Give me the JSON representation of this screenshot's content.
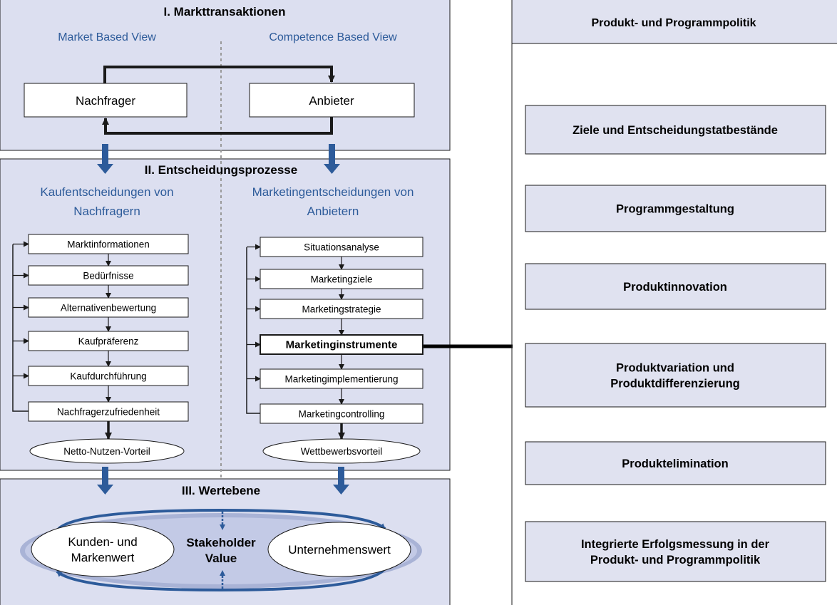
{
  "colors": {
    "panel_fill": "#dcdff0",
    "accent_blue": "#2d5b9a",
    "border": "#1a1a1a",
    "right_panel_fill": "#e0e2f0",
    "value_ring": "#a9b3d6"
  },
  "section1": {
    "title": "I. Markttransaktionen",
    "left_view": "Market Based View",
    "right_view": "Competence Based View",
    "box_left": "Nachfrager",
    "box_right": "Anbieter"
  },
  "section2": {
    "title": "II. Entscheidungsprozesse",
    "left_heading": [
      "Kaufentscheidungen von",
      "Nachfragern"
    ],
    "right_heading": [
      "Marketingentscheidungen von",
      "Anbietern"
    ],
    "left_steps": [
      "Marktinformationen",
      "Bedürfnisse",
      "Alternativenbewertung",
      "Kaufpräferenz",
      "Kaufdurchführung",
      "Nachfragerzufriedenheit"
    ],
    "right_steps": [
      "Situationsanalyse",
      "Marketingziele",
      "Marketingstrategie",
      "Marketinginstrumente",
      "Marketingimplementierung",
      "Marketingcontrolling"
    ],
    "left_outcome": "Netto-Nutzen-Vorteil",
    "right_outcome": "Wettbewerbsvorteil"
  },
  "section3": {
    "title": "III. Wertebene",
    "left_value": [
      "Kunden- und",
      "Markenwert"
    ],
    "center_value": [
      "Stakeholder",
      "Value"
    ],
    "right_value": "Unternehmenswert"
  },
  "right_panel": {
    "header": "Produkt- und Programmpolitik",
    "items": [
      [
        "Ziele und Entscheidungstatbestände"
      ],
      [
        "Programmgestaltung"
      ],
      [
        "Produktinnovation"
      ],
      [
        "Produktvariation und",
        "Produktdifferenzierung"
      ],
      [
        "Produktelimination"
      ],
      [
        "Integrierte Erfolgsmessung in der",
        "Produkt- und Programmpolitik"
      ]
    ]
  }
}
